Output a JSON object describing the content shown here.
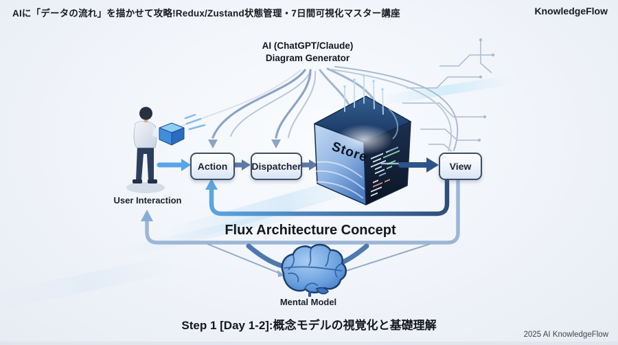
{
  "header": {
    "title": "AIに「データの流れ」を描かせて攻略!Redux/Zustand状態管理・7日間可視化マスター講座",
    "brand": "KnowledgeFlow"
  },
  "generator": {
    "line1": "AI (ChatGPT/Claude)",
    "line2": "Diagram Generator"
  },
  "flow": {
    "user_label": "User Interaction",
    "action": "Action",
    "dispatcher": "Dispatcher",
    "store": "Store",
    "view": "View"
  },
  "concept": {
    "title": "Flux Architecture Concept",
    "mental_model": "Mental Model"
  },
  "footer": {
    "step": "Step 1 [Day 1-2]:概念モデルの視覚化と基礎理解",
    "credit": "2025 AI KnowledgeFlow"
  },
  "colors": {
    "light_blue_arrow": "#58a6e8",
    "steel_arrow": "#5b7aa6",
    "dark_arrow": "#2e5388",
    "loop_light": "#9cb6d6",
    "fan_line": "#8aa4c6",
    "cube_face_light": "#b9d3f1",
    "cube_face_dark": "#13243f",
    "brain_blue": "#4a85d2",
    "ink": "#14171d"
  }
}
